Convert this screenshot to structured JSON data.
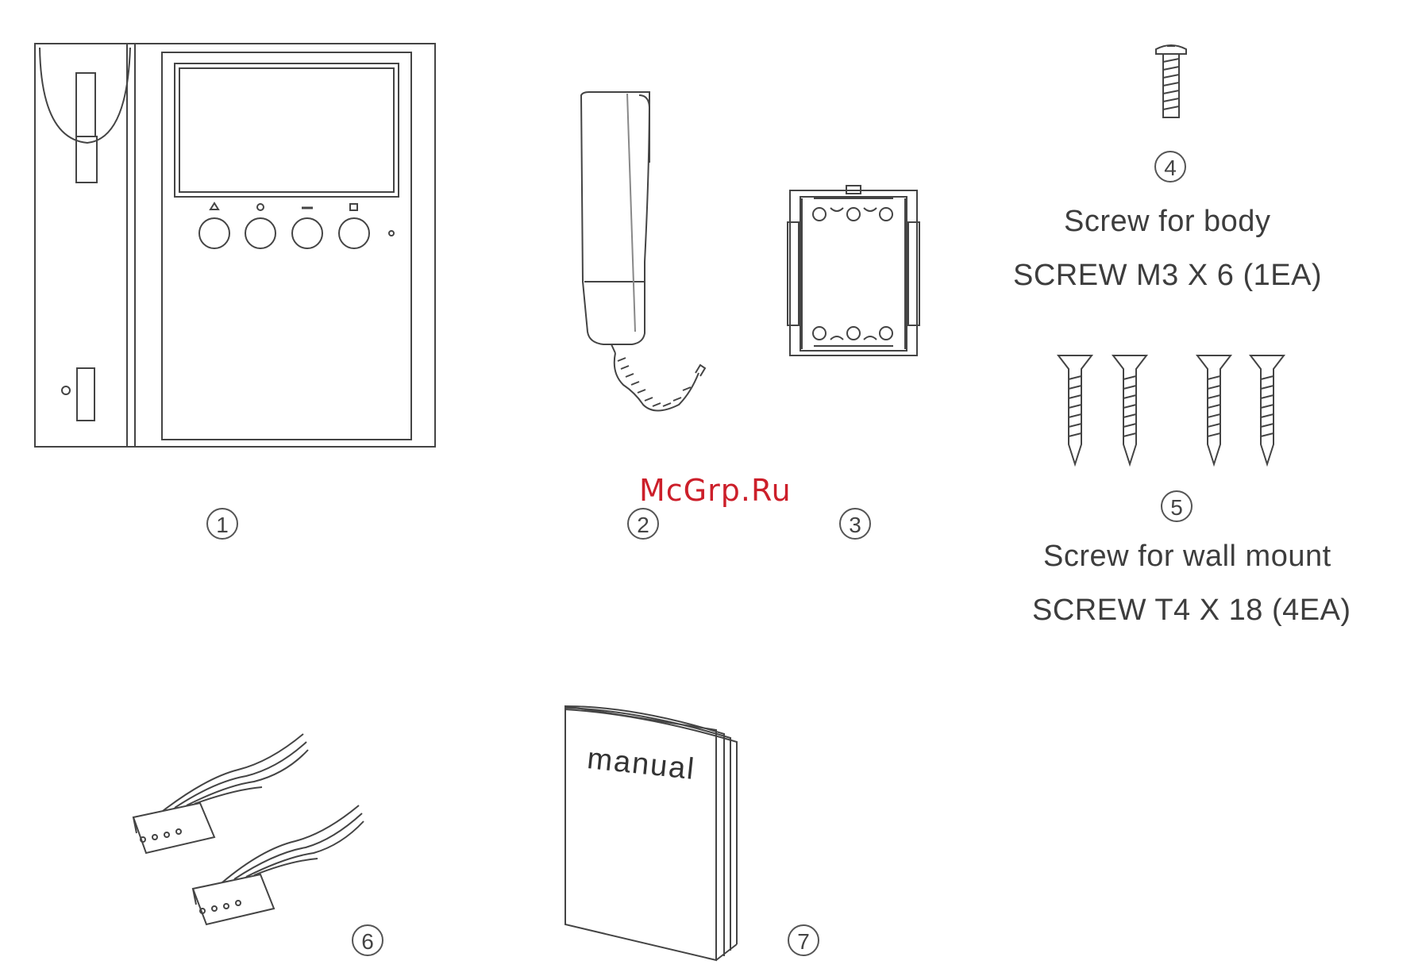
{
  "items": [
    {
      "number": "1"
    },
    {
      "number": "2"
    },
    {
      "number": "3"
    },
    {
      "number": "4",
      "caption_line1": "Screw  for body",
      "caption_line2": "SCREW  M3 X 6 (1EA)"
    },
    {
      "number": "5",
      "caption_line1": "Screw  for wall mount",
      "caption_line2": "SCREW T4 X 18 (4EA)"
    },
    {
      "number": "6"
    },
    {
      "number": "7",
      "cover_text": "manual"
    }
  ],
  "watermark": "McGrp.Ru",
  "colors": {
    "line": "#444444",
    "watermark": "#cc1f2a"
  }
}
